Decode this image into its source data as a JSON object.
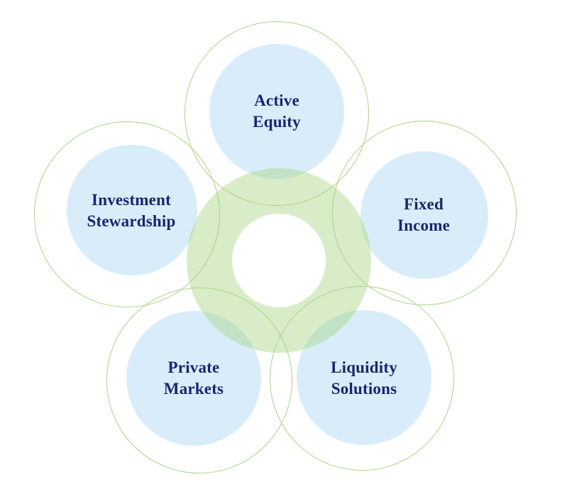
{
  "diagram": {
    "type": "flower-venn",
    "nodes": [
      {
        "id": "active-equity",
        "label": "Active\nEquity"
      },
      {
        "id": "investment-stewardship",
        "label": "Investment\nStewardship"
      },
      {
        "id": "fixed-income",
        "label": "Fixed\nIncome"
      },
      {
        "id": "private-markets",
        "label": "Private\nMarkets"
      },
      {
        "id": "liquidity-solutions",
        "label": "Liquidity\nSolutions"
      }
    ],
    "colors": {
      "petal_fill": "#d8edf9",
      "ring_outline": "#a9d484",
      "center_fill": "#a9d484",
      "label_text": "#1a2570",
      "background": "#ffffff"
    }
  }
}
